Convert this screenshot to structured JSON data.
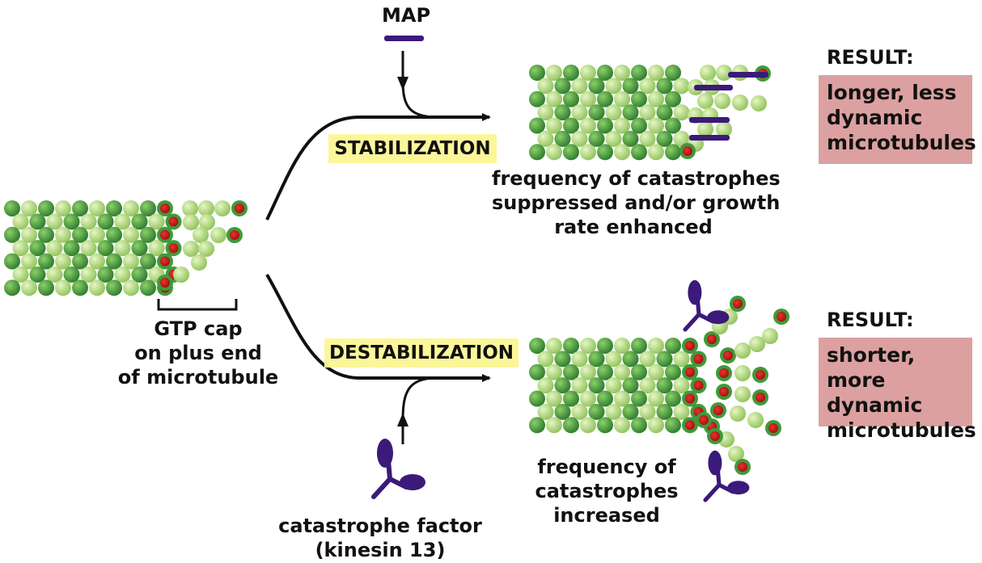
{
  "map_label": "MAP",
  "stabilization": {
    "label": "STABILIZATION",
    "caption": [
      "frequency of catastrophes",
      "suppressed and/or growth",
      "rate enhanced"
    ],
    "result_label": "RESULT:",
    "result": [
      "longer, less",
      "dynamic",
      "microtubules"
    ]
  },
  "destabilization": {
    "label": "DESTABILIZATION",
    "caption": [
      "frequency of",
      "catastrophes",
      "increased"
    ],
    "result_label": "RESULT:",
    "result": [
      "shorter, more",
      "dynamic",
      "microtubules"
    ]
  },
  "gtp_cap_label": [
    "GTP cap",
    "on plus end",
    "of microtubule"
  ],
  "catastrophe_factor_label": [
    "catastrophe factor",
    "(kinesin 13)"
  ],
  "colors": {
    "tubulin_light": "#b5dc7a",
    "tubulin_dark": "#3f9a3a",
    "gtp_red": "#c8171c",
    "protein_purple": "#3b1a7a",
    "highlight_yellow": "#fbf69a",
    "result_box": "#dca0a0"
  }
}
